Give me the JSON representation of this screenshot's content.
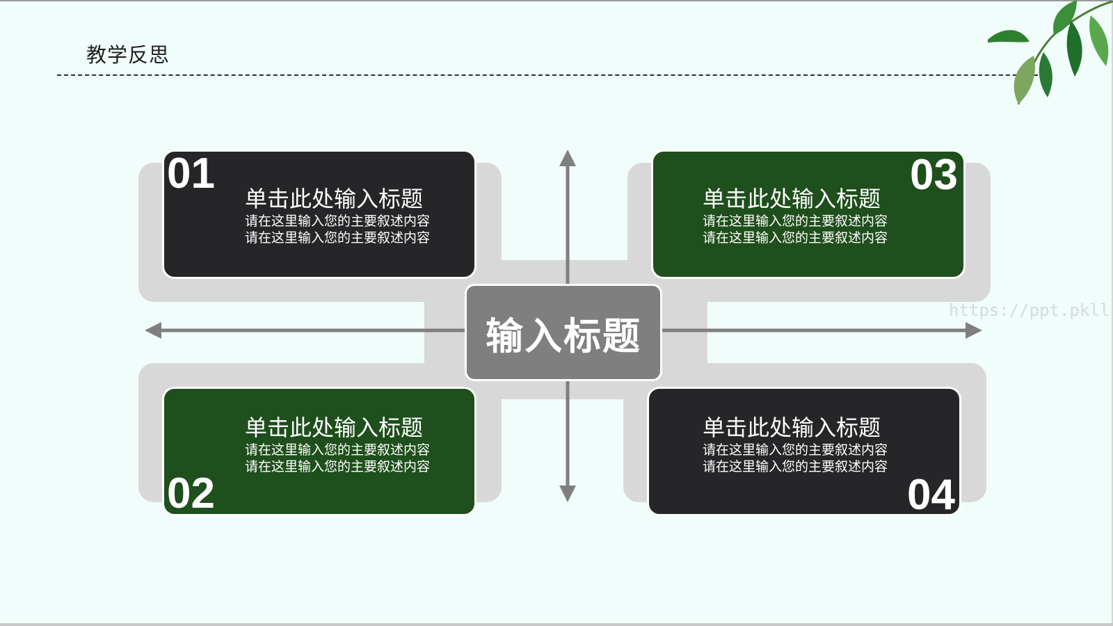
{
  "header": {
    "title": "教学反思"
  },
  "center": {
    "title": "输入标题"
  },
  "cards": [
    {
      "number": "01",
      "title": "单击此处输入标题",
      "desc_line1": "请在这里输入您的主要叙述内容",
      "desc_line2": "请在这里输入您的主要叙述内容"
    },
    {
      "number": "02",
      "title": "单击此处输入标题",
      "desc_line1": "请在这里输入您的主要叙述内容",
      "desc_line2": "请在这里输入您的主要叙述内容"
    },
    {
      "number": "03",
      "title": "单击此处输入标题",
      "desc_line1": "请在这里输入您的主要叙述内容",
      "desc_line2": "请在这里输入您的主要叙述内容"
    },
    {
      "number": "04",
      "title": "单击此处输入标题",
      "desc_line1": "请在这里输入您的主要叙述内容",
      "desc_line2": "请在这里输入您的主要叙述内容"
    }
  ],
  "watermark": "https://ppt.pkll.de",
  "colors": {
    "background": "#f0fdfb",
    "dark_card": "#262629",
    "green_card": "#1f4f1c",
    "center_box": "#7f7f7f",
    "arrow": "#7f7f7f",
    "connector": "#d8d8d8"
  },
  "icons": {
    "decoration": "green-leaves-icon",
    "arrows": "axis-arrows"
  }
}
